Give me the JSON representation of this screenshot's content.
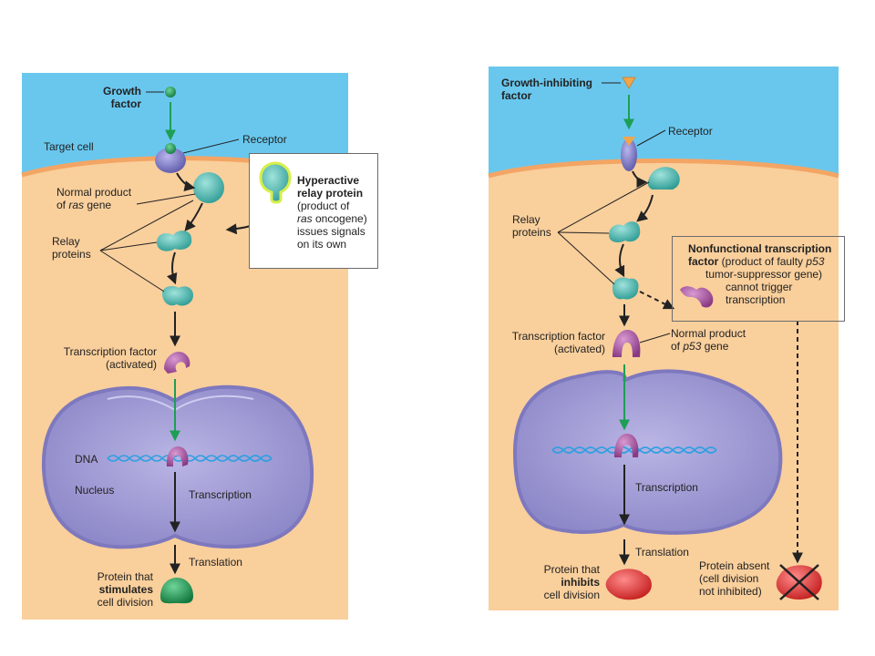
{
  "colors": {
    "extracellular": "#69c7ee",
    "cytoplasm": "#f9cf9c",
    "membrane": "#f3a564",
    "nucleus": "#a8a4d6",
    "nucleus_envelope": "#7e78be",
    "relay_protein": "#4fb8b0",
    "transcription_factor": "#b05aa6",
    "growth_factor": "#1f9e55",
    "inhibiting_factor": "#f0a64a",
    "dna": "#2f9fe0",
    "signal_arrow_green": "#1e9e54",
    "stimulating_protein": "#1f9e55",
    "inhibiting_protein": "#e03030"
  },
  "left": {
    "growth_factor_line1": "Growth",
    "growth_factor_line2": "factor",
    "target_cell": "Target cell",
    "receptor": "Receptor",
    "normal_product_line1": "Normal product",
    "normal_product_prefix": "of ",
    "normal_product_gene": "ras",
    "normal_product_suffix": " gene",
    "relay_line1": "Relay",
    "relay_line2": "proteins",
    "callout_title1": "Hyperactive",
    "callout_title2": "relay protein",
    "callout_line3": "(product of",
    "callout_line4_italic": "ras",
    "callout_line4_rest": " oncogene)",
    "callout_line5": "issues signals",
    "callout_line6": "on its own",
    "tf_line1": "Transcription factor",
    "tf_line2": "(activated)",
    "dna": "DNA",
    "nucleus": "Nucleus",
    "transcription": "Transcription",
    "translation": "Translation",
    "protein_line1": "Protein that",
    "protein_line2": "stimulates",
    "protein_line3": "cell division"
  },
  "right": {
    "inhibiting_factor_line1": "Growth-inhibiting",
    "inhibiting_factor_line2": "factor",
    "receptor": "Receptor",
    "relay_line1": "Relay",
    "relay_line2": "proteins",
    "callout_title1": "Nonfunctional transcription",
    "callout_title2_bold": "factor",
    "callout_title2_rest": " (product of faulty ",
    "callout_title2_italic": "p53",
    "callout_line3": "tumor-suppressor gene)",
    "callout_line4": "cannot trigger",
    "callout_line5": "transcription",
    "tf_line1": "Transcription factor",
    "tf_line2": "(activated)",
    "normal_product_line1": "Normal product",
    "normal_product_prefix": "of ",
    "normal_product_gene": "p53",
    "normal_product_suffix": " gene",
    "transcription": "Transcription",
    "translation": "Translation",
    "protein_line1": "Protein that",
    "protein_line2": "inhibits",
    "protein_line3": "cell division",
    "absent_line1": "Protein absent",
    "absent_line2": "(cell division",
    "absent_line3": "not inhibited)"
  }
}
